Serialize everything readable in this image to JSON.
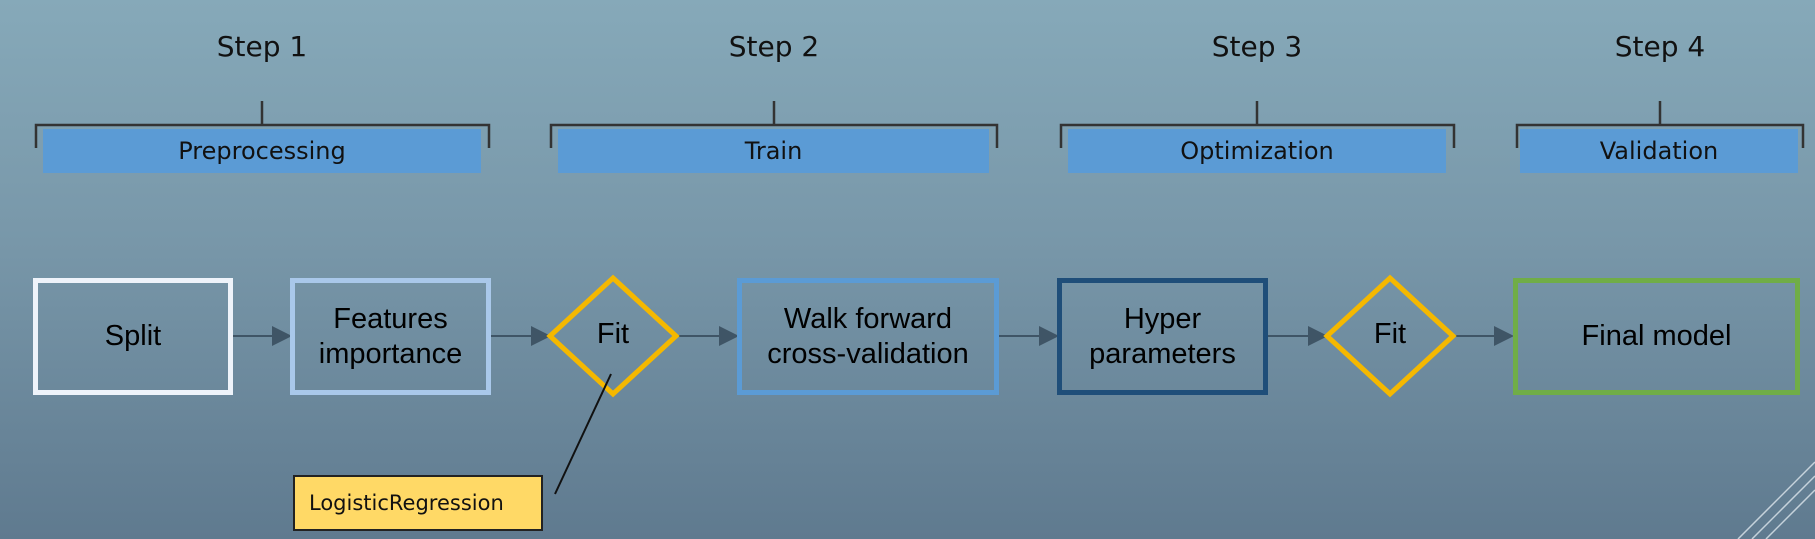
{
  "steps": [
    {
      "title": "Step 1",
      "phase": "Preprocessing"
    },
    {
      "title": "Step 2",
      "phase": "Train"
    },
    {
      "title": "Step 3",
      "phase": "Optimization"
    },
    {
      "title": "Step 4",
      "phase": "Validation"
    }
  ],
  "nodes": {
    "split": "Split",
    "features_importance": "Features\nimportance",
    "fit_1": "Fit",
    "walk_forward": "Walk forward\ncross-validation",
    "hyper_parameters": "Hyper\nparameters",
    "fit_2": "Fit",
    "final_model": "Final model"
  },
  "callout": {
    "label": "LogisticRegression"
  },
  "colors": {
    "phase_bar": "#5b9bd5",
    "split_border": "#eef3fa",
    "features_border": "#a9c8ea",
    "fit_border": "#f5b800",
    "walk_forward_border": "#5b9bd5",
    "hyper_border": "#1f4e79",
    "final_border": "#70ad47",
    "callout_fill": "#ffd966"
  }
}
